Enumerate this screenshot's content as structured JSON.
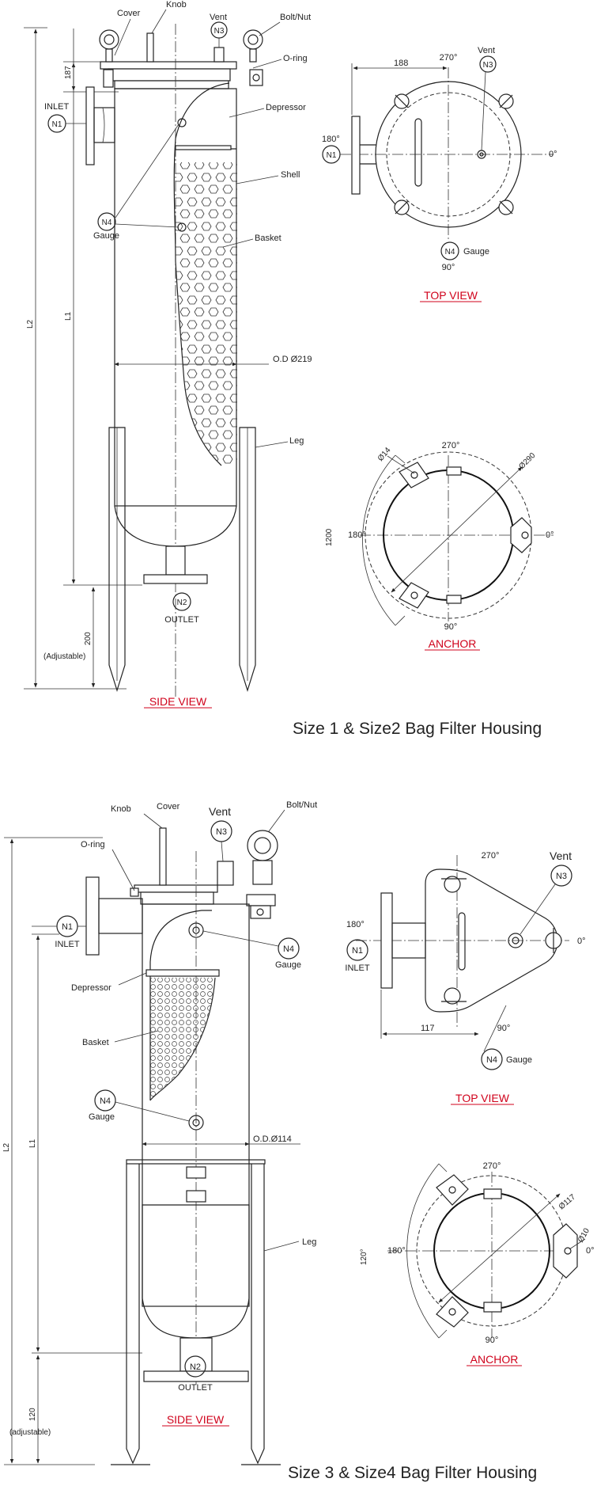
{
  "colors": {
    "line": "#222222",
    "view_title": "#d0021b",
    "background": "#ffffff"
  },
  "drawing1": {
    "title": "Size 1 & Size2 Bag Filter Housing",
    "side_view": {
      "label": "SIDE VIEW",
      "callouts": {
        "cover": "Cover",
        "knob": "Knob",
        "vent": "Vent",
        "bolt_nut": "Bolt/Nut",
        "o_ring": "O-ring",
        "inlet": "INLET",
        "depressor": "Depressor",
        "shell": "Shell",
        "gauge": "Gauge",
        "basket": "Basket",
        "leg": "Leg",
        "outlet": "OUTLET"
      },
      "tags": {
        "n1": "N1",
        "n2": "N2",
        "n3": "N3",
        "n4": "N4"
      },
      "dimensions": {
        "cover_height": "187",
        "l1": "L1",
        "l2": "L2",
        "od": "O.D Ø219",
        "leg": "200",
        "adjustable": "(Adjustable)"
      }
    },
    "top_view": {
      "label": "TOP VIEW",
      "angles": {
        "a270": "270°",
        "a180": "180°",
        "a0": "0°",
        "a90": "90°"
      },
      "offset": "188",
      "vent": "Vent",
      "n3": "N3",
      "n1": "N1",
      "n4": "N4",
      "gauge": "Gauge"
    },
    "anchor": {
      "label": "ANCHOR",
      "angles": {
        "a270": "270°",
        "a180": "180°",
        "a0": "0°",
        "a90": "90°"
      },
      "hole": "Ø14",
      "pcd": "Ø290",
      "arc": "1200"
    }
  },
  "drawing2": {
    "title": "Size 3 & Size4 Bag Filter Housing",
    "side_view": {
      "label": "SIDE VIEW",
      "callouts": {
        "knob": "Knob",
        "cover": "Cover",
        "vent": "Vent",
        "bolt_nut": "Bolt/Nut",
        "o_ring": "O-ring",
        "inlet": "INLET",
        "gauge_top": "Gauge",
        "depressor": "Depressor",
        "basket": "Basket",
        "gauge_bottom": "Gauge",
        "leg": "Leg",
        "outlet": "OUTLET"
      },
      "tags": {
        "n1": "N1",
        "n2": "N2",
        "n3": "N3",
        "n4_top": "N4",
        "n4_bottom": "N4"
      },
      "dimensions": {
        "l2": "L2",
        "l1": "L1",
        "od": "O.D.Ø114",
        "leg": "120",
        "adjustable": "(adjustable)"
      }
    },
    "top_view": {
      "label": "TOP VIEW",
      "angles": {
        "a270": "270°",
        "a180": "180°",
        "a0": "0°",
        "a90": "90°"
      },
      "vent": "Vent",
      "n3": "N3",
      "n1": "N1",
      "inlet": "INLET",
      "offset": "117",
      "n4": "N4",
      "gauge": "Gauge"
    },
    "anchor": {
      "label": "ANCHOR",
      "angles": {
        "a270": "270°",
        "a180": "180°",
        "a0": "0°",
        "a90": "90°"
      },
      "pcd": "Ø117",
      "hole": "Ø10",
      "arc": "120°"
    }
  }
}
